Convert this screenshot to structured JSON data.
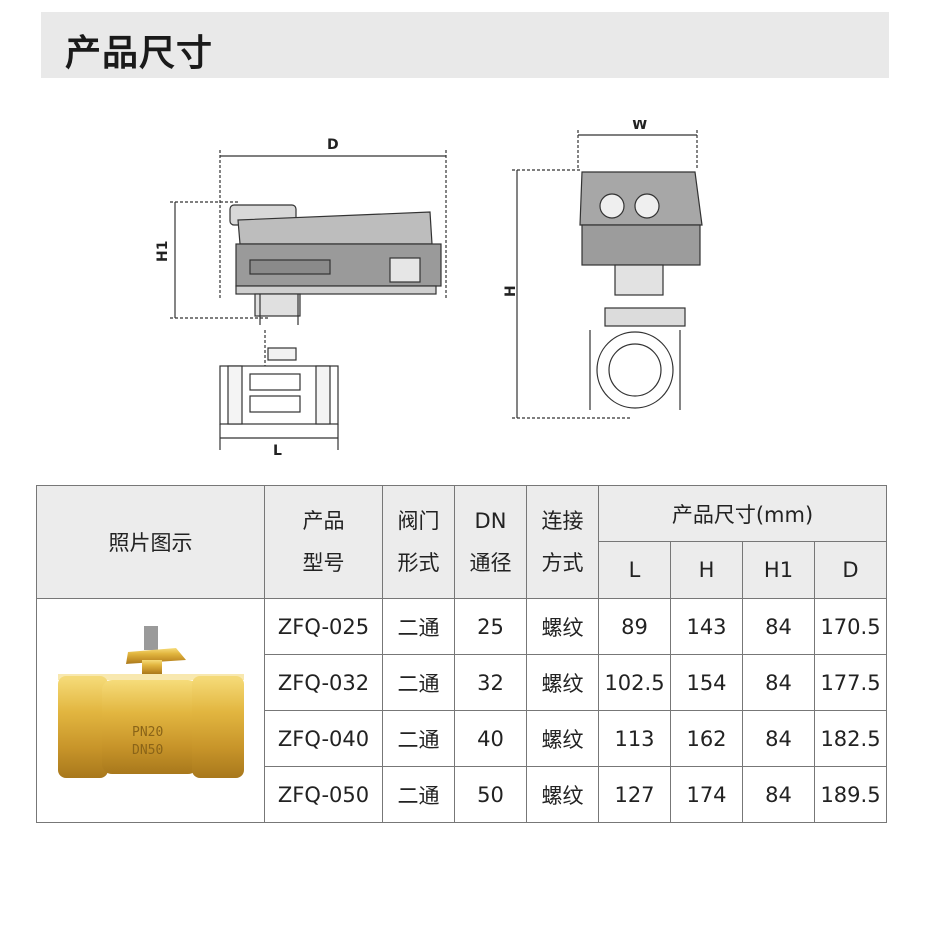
{
  "header": {
    "title": "产品尺寸"
  },
  "drawing_labels": {
    "d": "D",
    "h1": "H1",
    "l": "L",
    "w": "W",
    "h": "H"
  },
  "table": {
    "photo_header": "照片图示",
    "model_header": [
      "产品",
      "型号"
    ],
    "valve_header": [
      "阀门",
      "形式"
    ],
    "dn_header": [
      "DN",
      "通径"
    ],
    "conn_header": [
      "连接",
      "方式"
    ],
    "dim_header": "产品尺寸(mm)",
    "dim_cols": [
      "L",
      "H",
      "H1",
      "D"
    ],
    "valve_markings": [
      "PN20",
      "DN50"
    ],
    "rows": [
      {
        "model": "ZFQ-025",
        "valve": "二通",
        "dn": "25",
        "conn": "螺纹",
        "L": "89",
        "H": "143",
        "H1": "84",
        "D": "170.5"
      },
      {
        "model": "ZFQ-032",
        "valve": "二通",
        "dn": "32",
        "conn": "螺纹",
        "L": "102.5",
        "H": "154",
        "H1": "84",
        "D": "177.5"
      },
      {
        "model": "ZFQ-040",
        "valve": "二通",
        "dn": "40",
        "conn": "螺纹",
        "L": "113",
        "H": "162",
        "H1": "84",
        "D": "182.5"
      },
      {
        "model": "ZFQ-050",
        "valve": "二通",
        "dn": "50",
        "conn": "螺纹",
        "L": "127",
        "H": "174",
        "H1": "84",
        "D": "189.5"
      }
    ]
  }
}
